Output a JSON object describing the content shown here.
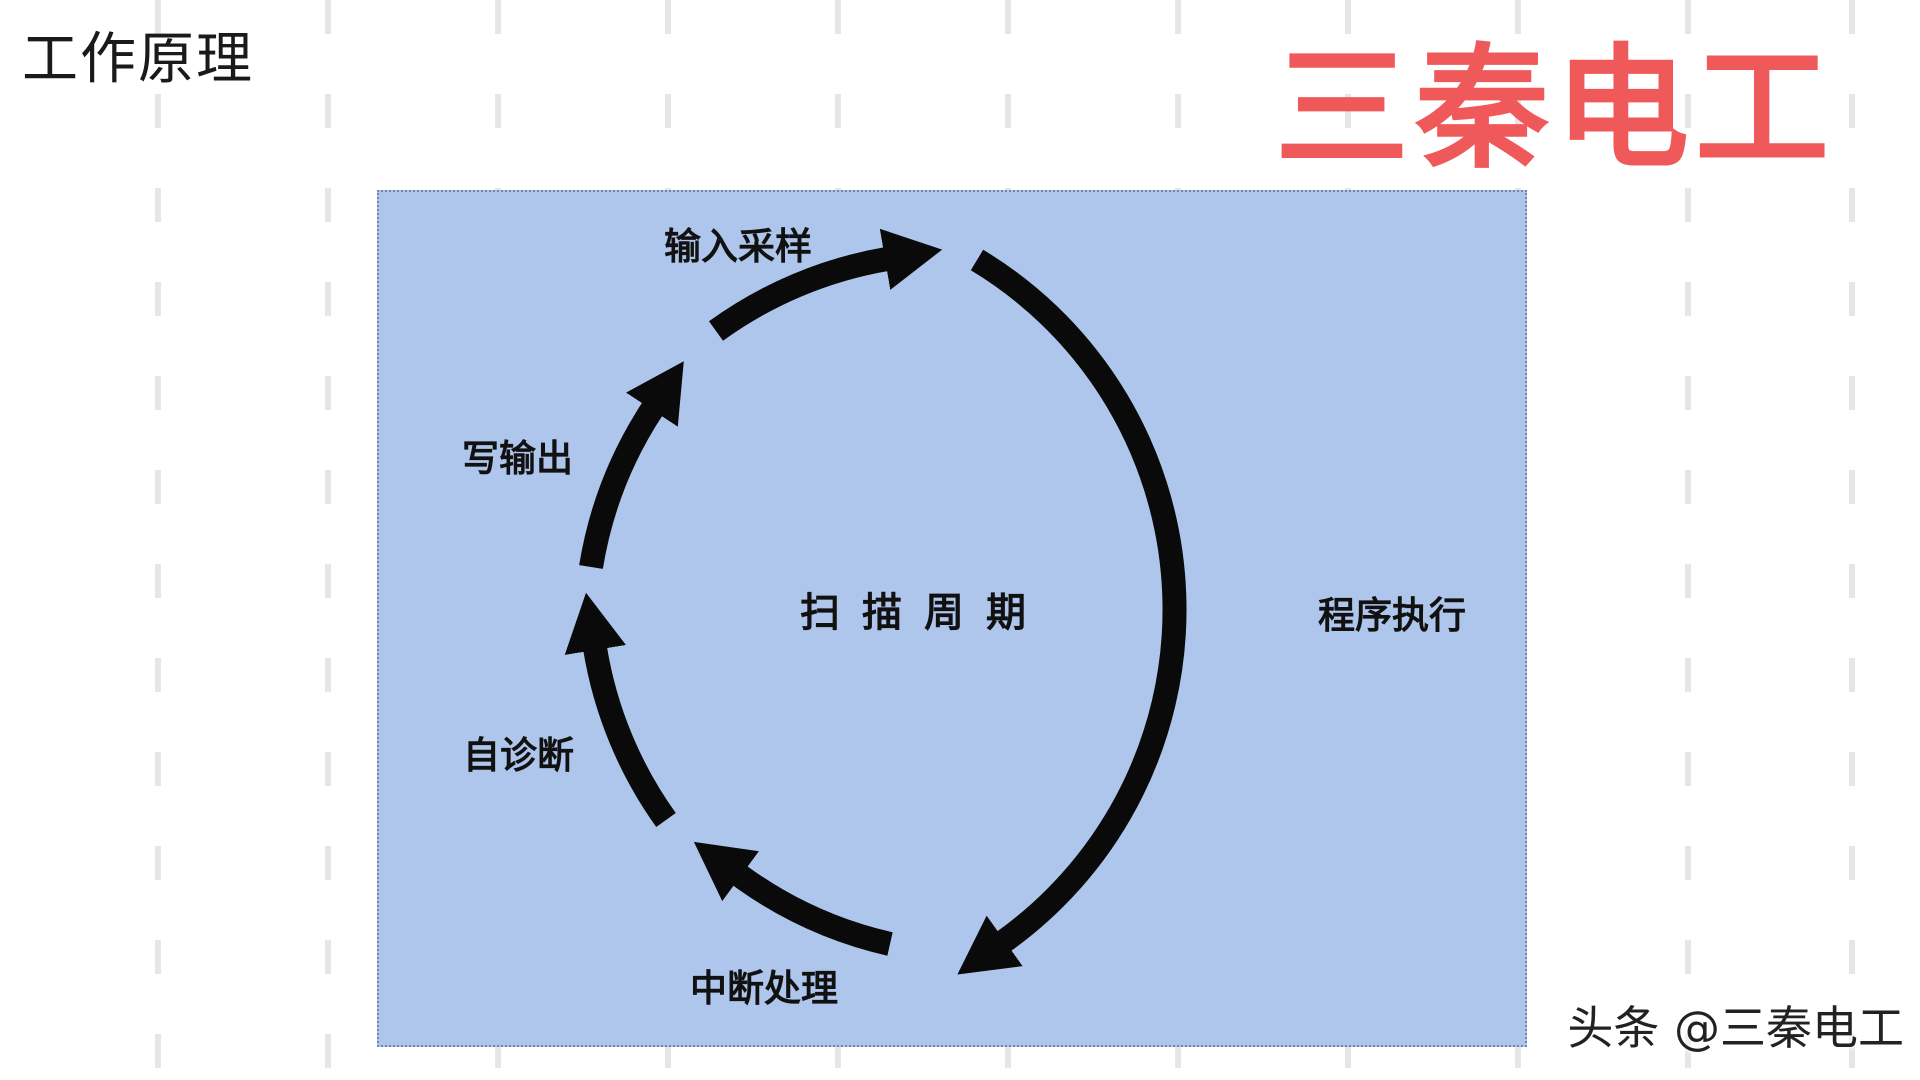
{
  "header": {
    "title": "工作原理",
    "brand": "三秦电工",
    "brand_color": "#f0595a"
  },
  "diagram": {
    "panel_color": "#aec6eb",
    "arrow_color": "#0a0a0a",
    "center": "扫描周期",
    "stages": [
      {
        "id": "input",
        "label": "输入采样"
      },
      {
        "id": "program",
        "label": "程序执行"
      },
      {
        "id": "interrupt",
        "label": "中断处理"
      },
      {
        "id": "diagnose",
        "label": "自诊断"
      },
      {
        "id": "output",
        "label": "写输出"
      }
    ]
  },
  "watermark": "头条 @三秦电工"
}
